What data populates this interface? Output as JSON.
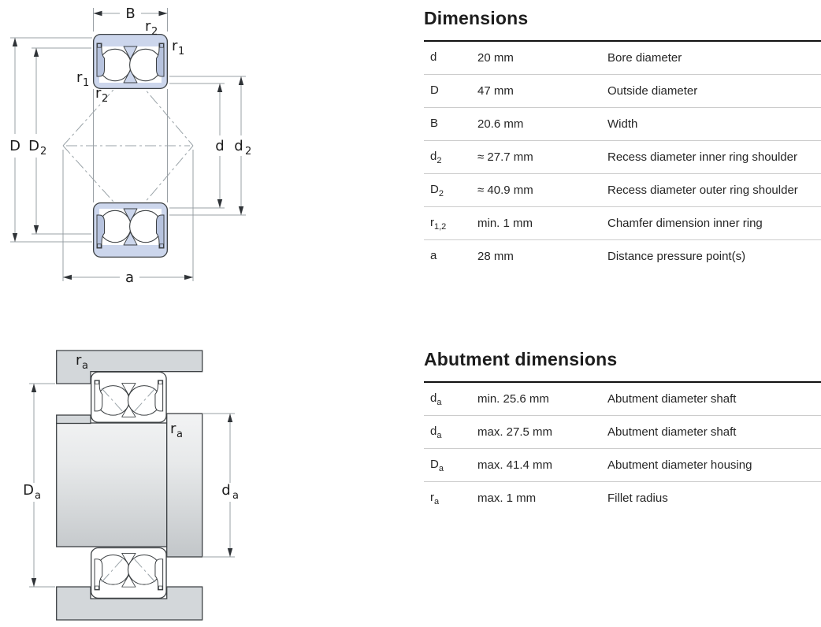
{
  "dimensions_table": {
    "title": "Dimensions",
    "rows": [
      {
        "sym": "d",
        "sub": "",
        "value": "20 mm",
        "desc": "Bore diameter"
      },
      {
        "sym": "D",
        "sub": "",
        "value": "47 mm",
        "desc": "Outside diameter"
      },
      {
        "sym": "B",
        "sub": "",
        "value": "20.6 mm",
        "desc": "Width"
      },
      {
        "sym": "d",
        "sub": "2",
        "value": "≈ 27.7 mm",
        "desc": "Recess diameter inner ring shoulder"
      },
      {
        "sym": "D",
        "sub": "2",
        "value": "≈ 40.9 mm",
        "desc": "Recess diameter outer ring shoulder"
      },
      {
        "sym": "r",
        "sub": "1,2",
        "value": "min. 1 mm",
        "desc": "Chamfer dimension inner ring"
      },
      {
        "sym": "a",
        "sub": "",
        "value": "28 mm",
        "desc": "Distance pressure point(s)"
      }
    ]
  },
  "abutment_table": {
    "title": "Abutment dimensions",
    "rows": [
      {
        "sym": "d",
        "sub": "a",
        "value": "min. 25.6 mm",
        "desc": "Abutment diameter shaft"
      },
      {
        "sym": "d",
        "sub": "a",
        "value": "max. 27.5 mm",
        "desc": "Abutment diameter shaft"
      },
      {
        "sym": "D",
        "sub": "a",
        "value": "max. 41.4 mm",
        "desc": "Abutment diameter housing"
      },
      {
        "sym": "r",
        "sub": "a",
        "value": "max. 1 mm",
        "desc": "Fillet radius"
      }
    ]
  },
  "diag1": {
    "B": {
      "base": "B",
      "sub": ""
    },
    "r2_top": {
      "base": "r",
      "sub": "2"
    },
    "r1_right": {
      "base": "r",
      "sub": "1"
    },
    "r1_left": {
      "base": "r",
      "sub": "1"
    },
    "r2_left": {
      "base": "r",
      "sub": "2"
    },
    "D": {
      "base": "D",
      "sub": ""
    },
    "D2": {
      "base": "D",
      "sub": "2"
    },
    "d": {
      "base": "d",
      "sub": ""
    },
    "d2": {
      "base": "d",
      "sub": "2"
    },
    "a": {
      "base": "a",
      "sub": ""
    }
  },
  "diag2": {
    "ra_top": {
      "base": "r",
      "sub": "a"
    },
    "ra_mid": {
      "base": "r",
      "sub": "a"
    },
    "Da": {
      "base": "D",
      "sub": "a"
    },
    "da": {
      "base": "d",
      "sub": "a"
    }
  },
  "colors": {
    "bearing": "#ccd6ec",
    "seal": "#b7c3de",
    "housing": "#d3d7da",
    "steel_light": "#f2f3f4",
    "steel_dark": "#c2c6c9",
    "outline": "#3c4043",
    "dim": "#9aa0a5",
    "text": "#1d1d1d",
    "divider": "#cccccc"
  }
}
